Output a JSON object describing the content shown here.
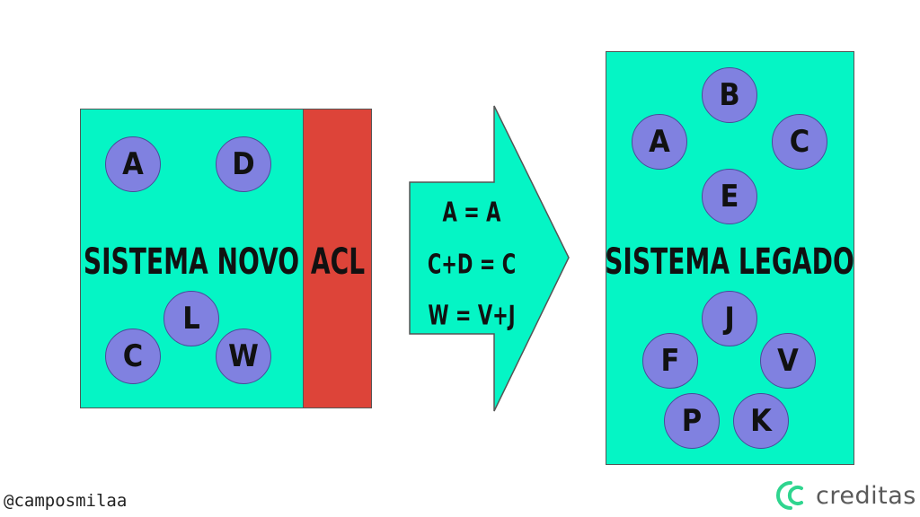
{
  "new_system": {
    "title": "SISTEMA NOVO",
    "nodes": [
      "A",
      "D",
      "L",
      "C",
      "W"
    ]
  },
  "acl": {
    "label": "ACL"
  },
  "translation": {
    "mappings": [
      "A = A",
      "C+D = C",
      "W = V+J"
    ]
  },
  "legacy_system": {
    "title": "SISTEMA LEGADO",
    "nodes": [
      "B",
      "A",
      "C",
      "E",
      "J",
      "F",
      "V",
      "P",
      "K"
    ]
  },
  "footer": {
    "handle": "@camposmilaa",
    "brand": "creditas"
  },
  "colors": {
    "system_fill": "#05f5c5",
    "acl_fill": "#dd4439",
    "node_fill": "#8081e0",
    "brand_green": "#2fd58f"
  }
}
